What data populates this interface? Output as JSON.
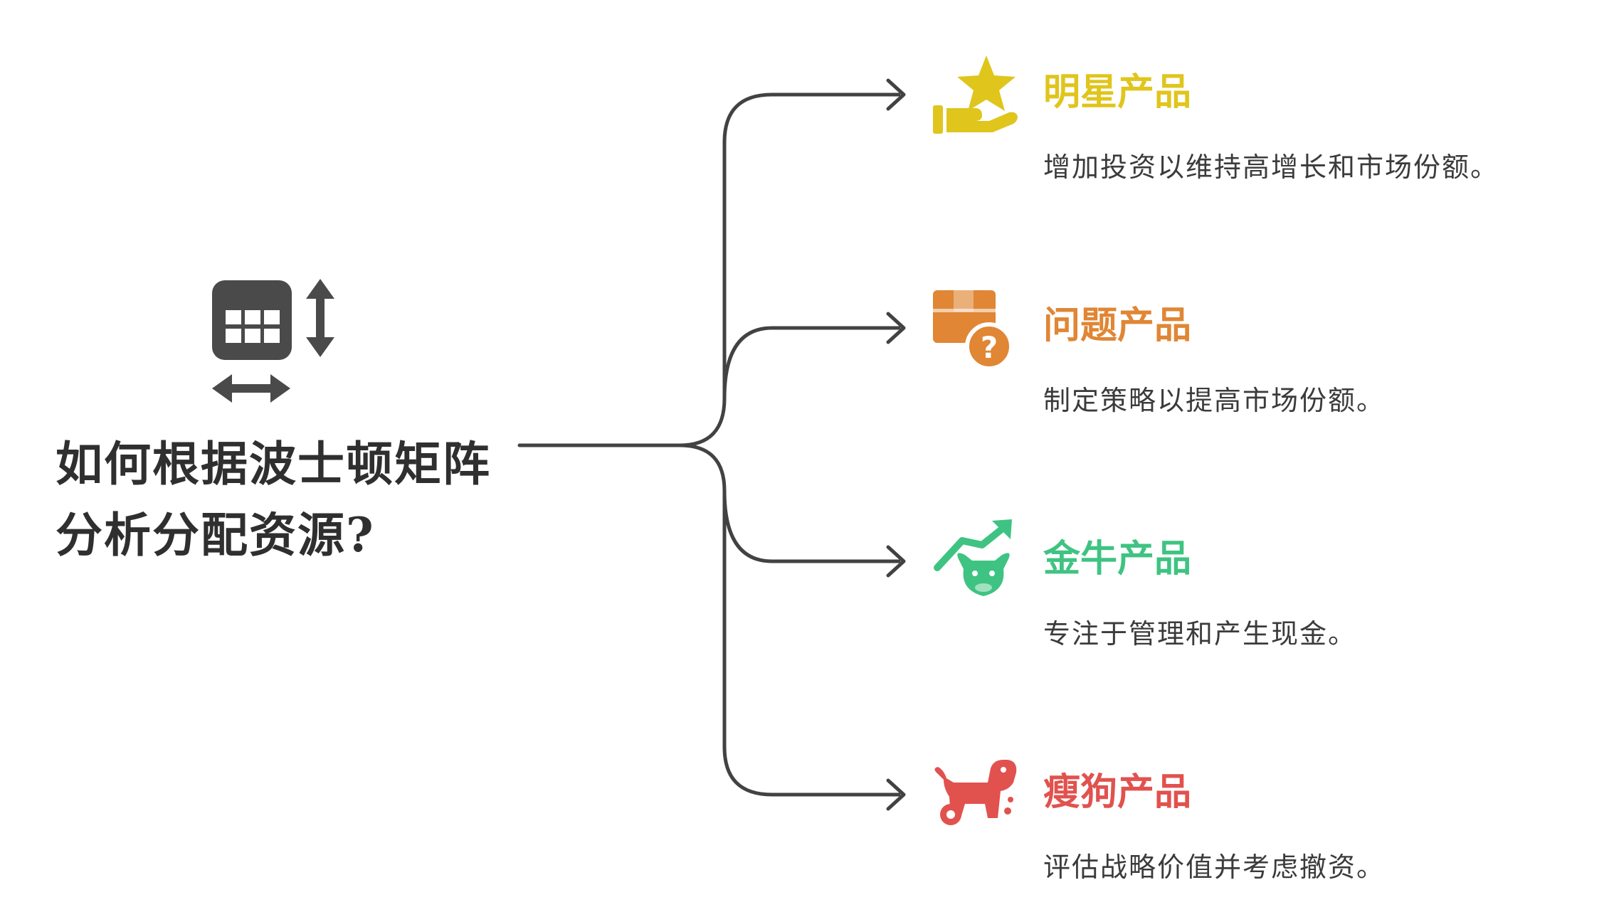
{
  "root": {
    "title": "如何根据波士顿矩阵分析分配资源?",
    "icon": "table-resize-icon"
  },
  "branches": [
    {
      "title": "明星产品",
      "description": "增加投资以维持高增长和市场份额。",
      "icon": "star-hand-icon",
      "color": "#E0C51C"
    },
    {
      "title": "问题产品",
      "description": "制定策略以提高市场份额。",
      "icon": "box-question-icon",
      "color": "#E08634"
    },
    {
      "title": "金牛产品",
      "description": "专注于管理和产生现金。",
      "icon": "trend-bull-icon",
      "color": "#3FC382"
    },
    {
      "title": "瘦狗产品",
      "description": "评估战略价值并考虑撤资。",
      "icon": "dog-icon",
      "color": "#E1524E"
    }
  ],
  "colors": {
    "connector": "#424242",
    "root_text": "#2f2f2f",
    "desc_text": "#3b3b3b"
  }
}
